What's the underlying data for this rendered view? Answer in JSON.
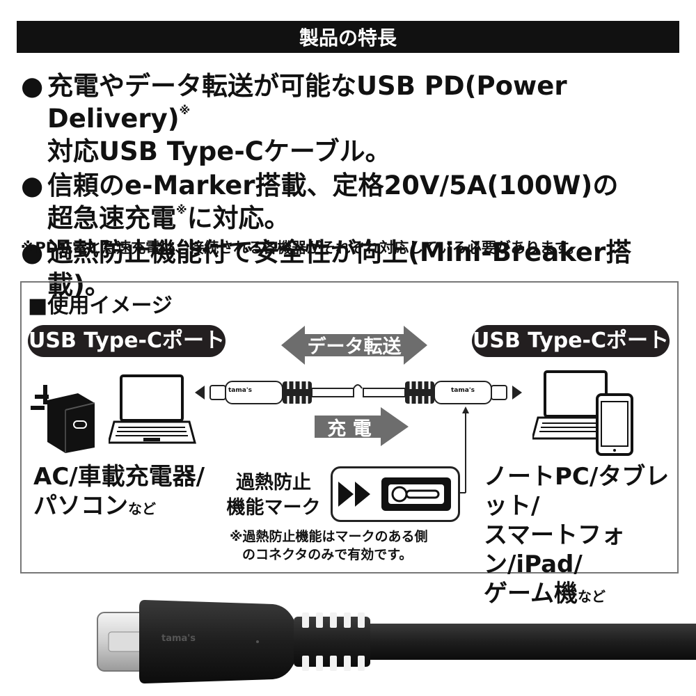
{
  "header": {
    "title": "製品の特長"
  },
  "features": [
    {
      "bullet": "●",
      "lines": [
        "充電やデータ転送が可能なUSB PD(Power Delivery)",
        "対応USB Type-Cケーブル。"
      ],
      "note": "※"
    },
    {
      "bullet": "●",
      "lines": [
        "信頼のe-Marker搭載、定格20V/5A(100W)の",
        "超急速充電",
        "に対応。"
      ],
      "note": "※"
    },
    {
      "bullet": "●",
      "lines": [
        "過熱防止機能付で安全性が向上(Mini-Breaker搭載)。"
      ]
    }
  ],
  "footnote": "※PD充電と急速充電は、接続される各機器がそれぞれ対応している必要があります。",
  "usage": {
    "title": "■使用イメージ",
    "port_left": "USB Type-Cポート",
    "port_right": "USB Type-Cポート",
    "data_transfer": "データ転送",
    "charging": "充 電",
    "cable_brand": "tama's",
    "left_devices": {
      "line1": "AC/車載充電器/",
      "line2": "パソコン",
      "suffix": "など"
    },
    "right_devices": {
      "line1": "ノートPC/タブレット/",
      "line2": "スマートフォン/iPad/",
      "line3": "ゲーム機",
      "suffix": "など"
    },
    "overheat_label": {
      "line1": "過熱防止",
      "line2": "機能マーク"
    },
    "overheat_note": {
      "line1": "※過熱防止機能はマークのある側",
      "line2": "のコネクタのみで有効です。"
    }
  },
  "photo": {
    "brand": "tama's"
  },
  "colors": {
    "header_bg": "#111111",
    "pill_bg": "#231f20",
    "arrow_gray": "#6d6d6d",
    "cable_black": "#1e1e1e",
    "box_border": "#777777"
  }
}
